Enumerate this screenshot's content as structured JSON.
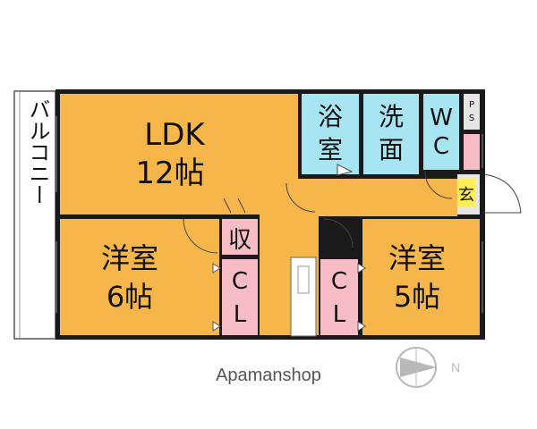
{
  "colors": {
    "room": "#f6b649",
    "wet": "#a7e5f3",
    "closet": "#f7bcc6",
    "wall": "#1a1a1a",
    "balcony": "#ffffff",
    "compass": "#b9b9b9"
  },
  "balcony": {
    "label": "バルコニー"
  },
  "rooms": {
    "ldk": {
      "name": "LDK",
      "size": "12帖"
    },
    "western6": {
      "name": "洋室",
      "size": "6帖"
    },
    "western5": {
      "name": "洋室",
      "size": "5帖"
    },
    "bath": {
      "line1": "浴",
      "line2": "室"
    },
    "wash": {
      "line1": "洗",
      "line2": "面"
    },
    "wc": {
      "line1": "W",
      "line2": "C"
    },
    "ps": {
      "line1": "P",
      "line2": "S"
    },
    "entrance": {
      "label": "玄"
    },
    "storage": {
      "label": "収"
    },
    "closet_left": {
      "line1": "C",
      "line2": "L"
    },
    "closet_right": {
      "line1": "C",
      "line2": "L"
    }
  },
  "watermark": "Apamanshop",
  "compass": {
    "label": "N"
  }
}
